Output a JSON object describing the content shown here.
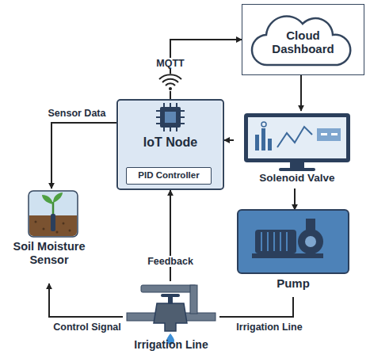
{
  "diagram": {
    "nodes": [
      {
        "text": [
          "Cloud Dashboard"
        ]
      },
      {
        "text": [
          "IoT Node"
        ]
      },
      {
        "text": [
          "PID Controller"
        ],
        "in": 1
      },
      {
        "text": [
          "Solenoid Valve"
        ]
      },
      {
        "text": [
          "Soil Moisture Sensor"
        ]
      },
      {
        "text": [
          "Pump"
        ]
      },
      {
        "text": [
          "Irrigation Line"
        ]
      }
    ],
    "edges": [
      {
        "from": 1,
        "to": 0,
        "label": "MQTT",
        "arrow": "to"
      },
      {
        "from": 0,
        "to": 3,
        "arrow": "to"
      },
      {
        "from": 3,
        "to": 1,
        "arrow": "to"
      },
      {
        "from": 1,
        "to": 4,
        "label": "Sensor Data",
        "arrow": "to"
      },
      {
        "from": 3,
        "to": 5,
        "arrow": "to"
      },
      {
        "from": 5,
        "to": 6,
        "label": "Irrigation Line",
        "arrow": "none"
      },
      {
        "from": 6,
        "to": 1,
        "label": "Feedback",
        "arrow": "to"
      },
      {
        "from": 6,
        "to": 4,
        "label": "Control Signal",
        "arrow": "to"
      }
    ]
  }
}
